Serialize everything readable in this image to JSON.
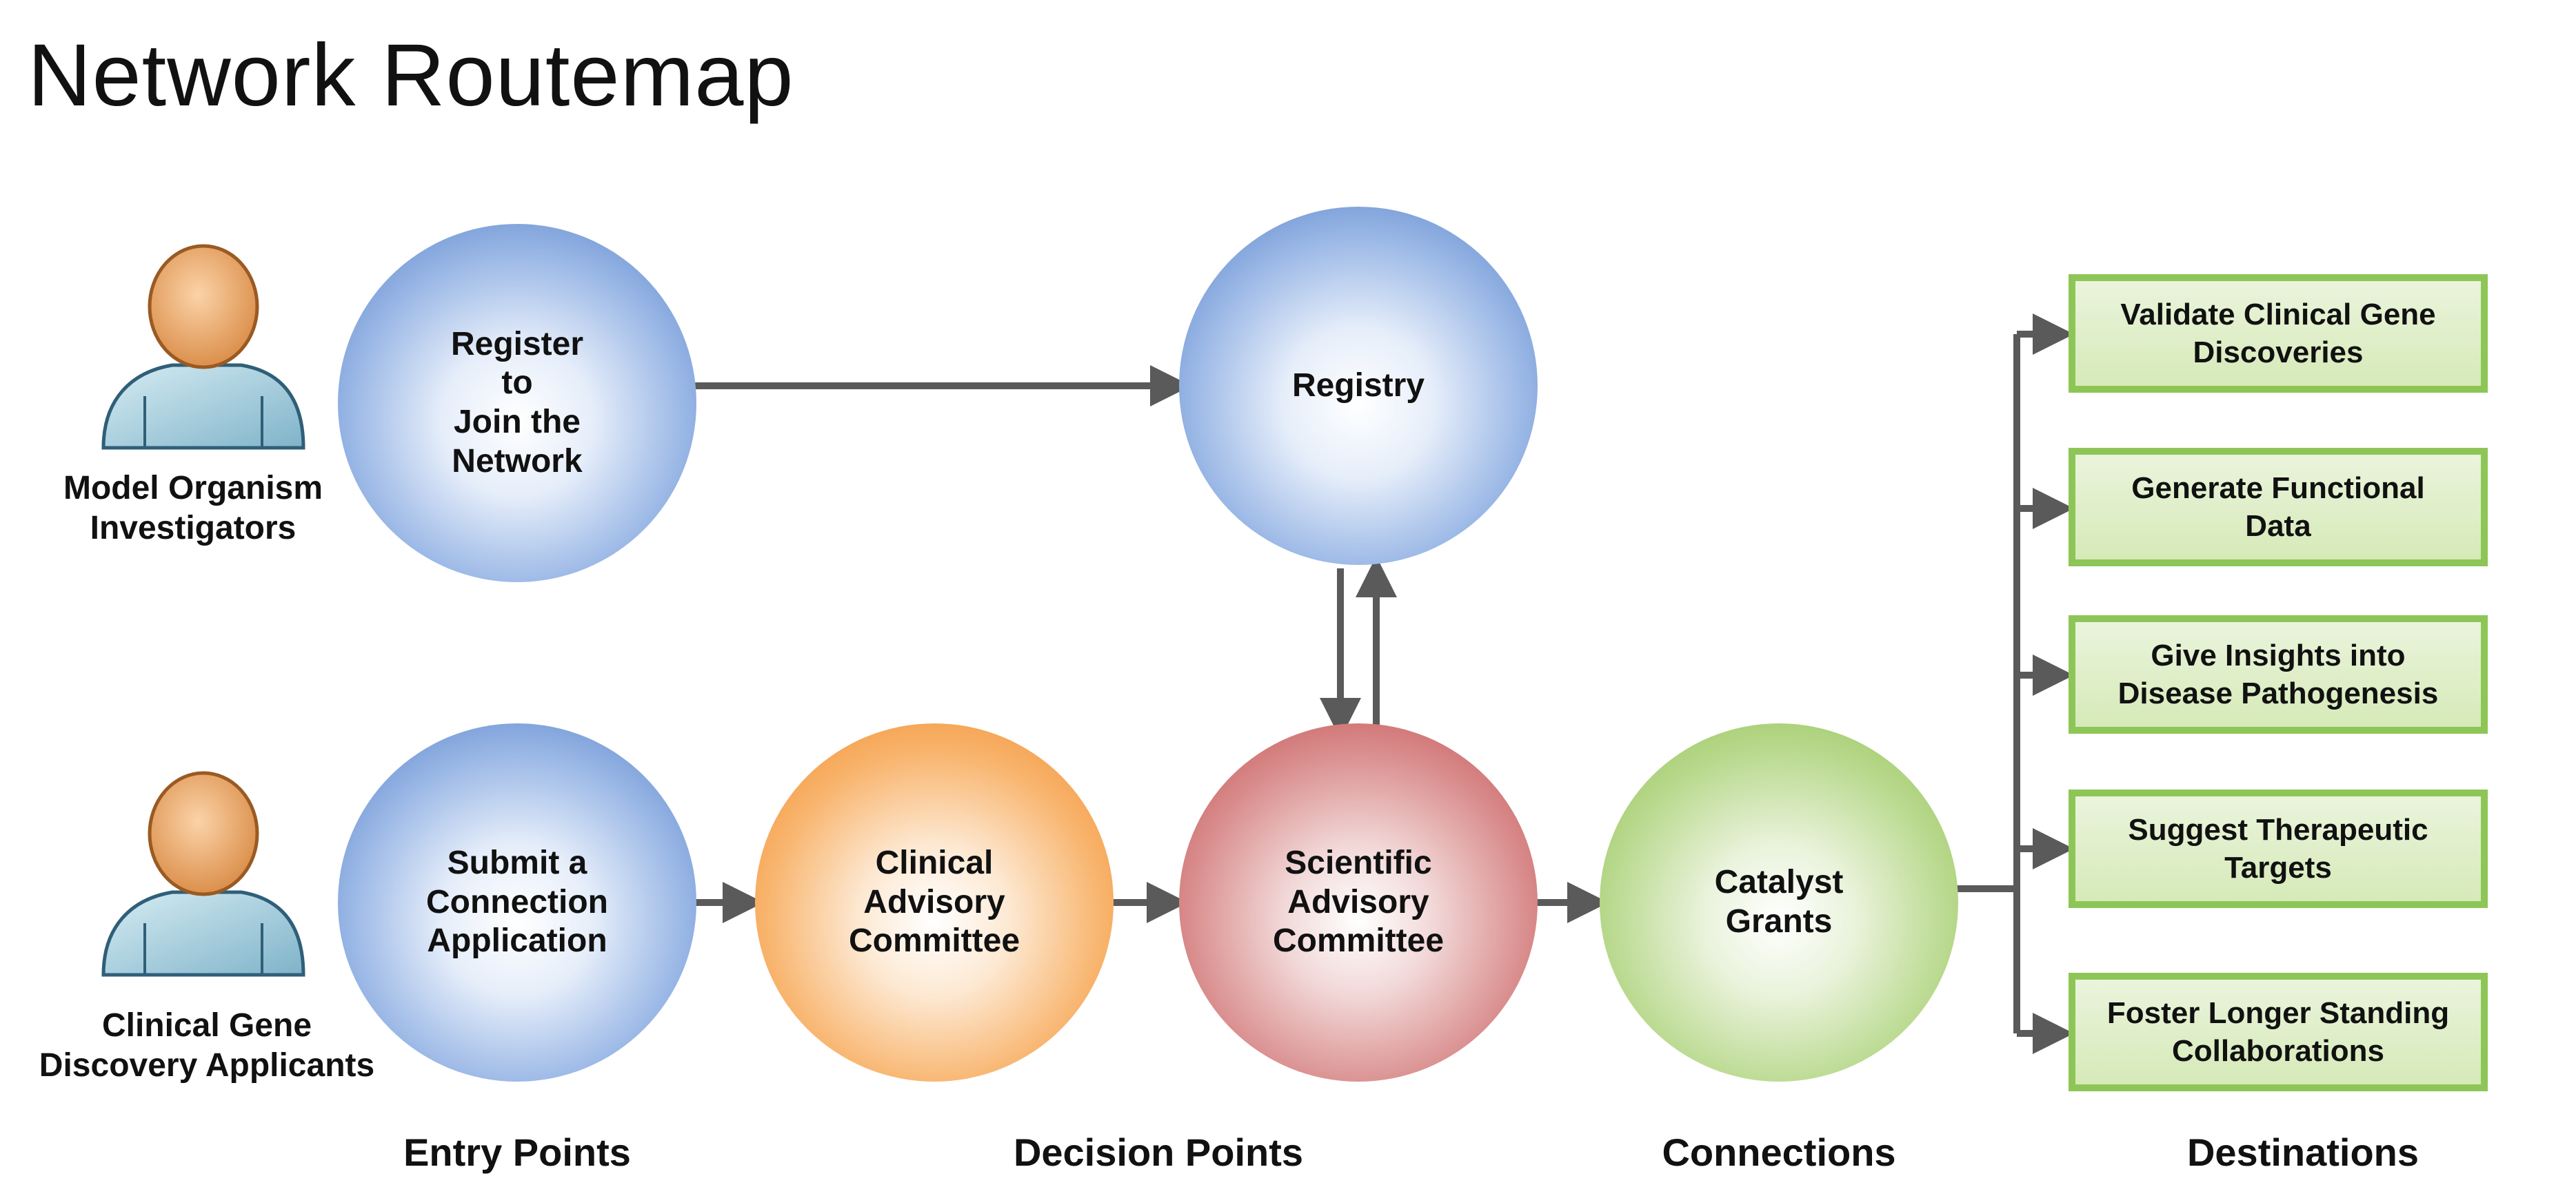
{
  "title": "Network Routemap",
  "actors": {
    "model_organism": "Model Organism\nInvestigators",
    "clinical_gene": "Clinical Gene\nDiscovery Applicants"
  },
  "nodes": {
    "register": "Register\nto\nJoin the\nNetwork",
    "registry": "Registry",
    "submit": "Submit a\nConnection\nApplication",
    "clinical_committee": "Clinical\nAdvisory\nCommittee",
    "scientific_committee": "Scientific\nAdvisory\nCommittee",
    "catalyst": "Catalyst\nGrants"
  },
  "destinations": [
    "Validate Clinical Gene\nDiscoveries",
    "Generate Functional\nData",
    "Give Insights into\nDisease Pathogenesis",
    "Suggest Therapeutic\nTargets",
    "Foster Longer Standing\nCollaborations"
  ],
  "stages": {
    "entry": "Entry Points",
    "decision": "Decision Points",
    "connections": "Connections",
    "destinations": "Destinations"
  },
  "colors": {
    "arrow": "#5a5a5a",
    "blue": "#4e7cc6",
    "orange": "#f08a2a",
    "red": "#c24a4a",
    "green": "#8dbf4d",
    "box_border": "#8dc657"
  }
}
